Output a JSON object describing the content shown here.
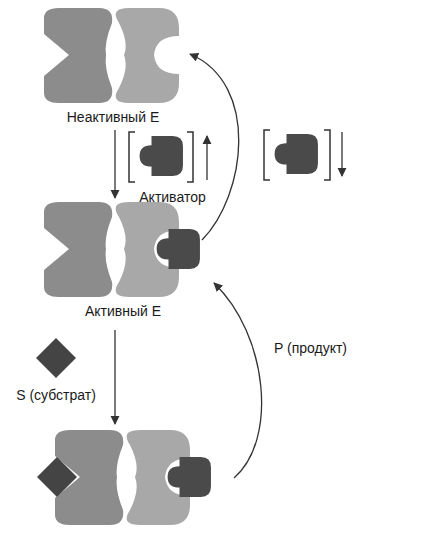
{
  "diagram": {
    "nodes": [
      {
        "text": [
          "Неактивный E"
        ]
      },
      {
        "text": [
          "Активатор"
        ]
      },
      {
        "text": [
          "Активный E"
        ]
      },
      {
        "text": [
          "S (субстрат)"
        ]
      }
    ],
    "edges": [
      {
        "from": 0,
        "to": 2,
        "arrow": "to"
      },
      {
        "from": 2,
        "to": 0,
        "arrow": "to"
      }
    ],
    "labels": [
      "P (продукт)"
    ]
  }
}
